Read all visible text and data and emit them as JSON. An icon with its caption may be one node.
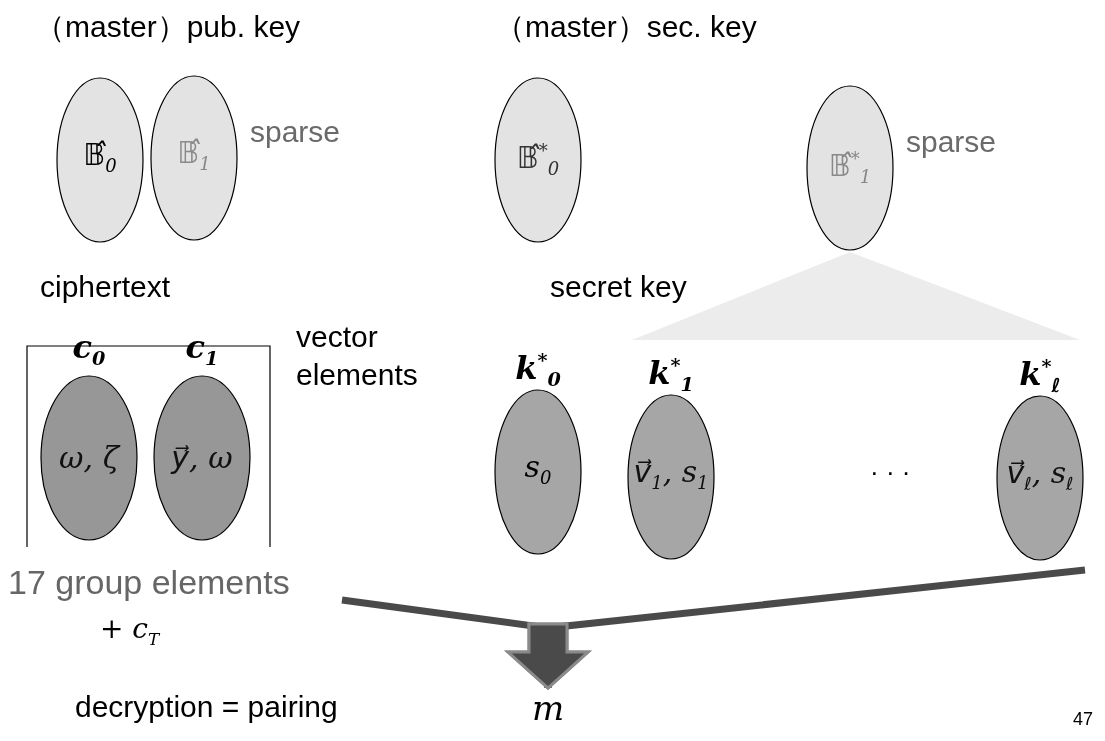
{
  "diagram": {
    "nodes": [
      {
        "text": [
          "𝔹̂$_{0}$"
        ]
      },
      {
        "text": [
          "𝔹̂$_{1}$"
        ],
        "beside": [
          "sparse"
        ]
      },
      {
        "text": [
          "𝔹̂$^{*}$$_{0}$"
        ]
      },
      {
        "text": [
          "𝔹̂$^{*}$$_{1}$"
        ],
        "beside": [
          "sparse"
        ]
      },
      {
        "text": [
          "c$_{0}$",
          "ω, ζ"
        ]
      },
      {
        "text": [
          "c$_{1}$",
          "y⃗, ω"
        ]
      },
      {
        "text": [
          "k$^{*}$$_{0}$",
          "s$_{0}$"
        ]
      },
      {
        "text": [
          "k$^{*}$$_{1}$",
          "v⃗$_{1}$, s$_{1}$"
        ]
      },
      {
        "text": [
          "k$^{*}$$_{ℓ}$",
          "v⃗$_{ℓ}$, s$_{ℓ}$"
        ]
      },
      {
        "text": [
          "m"
        ]
      },
      {
        "text": [],
        "shape": "triangle"
      }
    ],
    "edges": [
      {
        "from": null,
        "to": 9,
        "arrow": "to"
      },
      {
        "from": null,
        "to": 9,
        "arrow": "to"
      }
    ],
    "labels": [
      "（master）pub. key",
      "（master）sec. key",
      "ciphertext",
      "secret key",
      "vector elements",
      "· · ·",
      "17 group elements",
      "+ c$_{T}$",
      "decryption = pairing",
      "47"
    ]
  }
}
